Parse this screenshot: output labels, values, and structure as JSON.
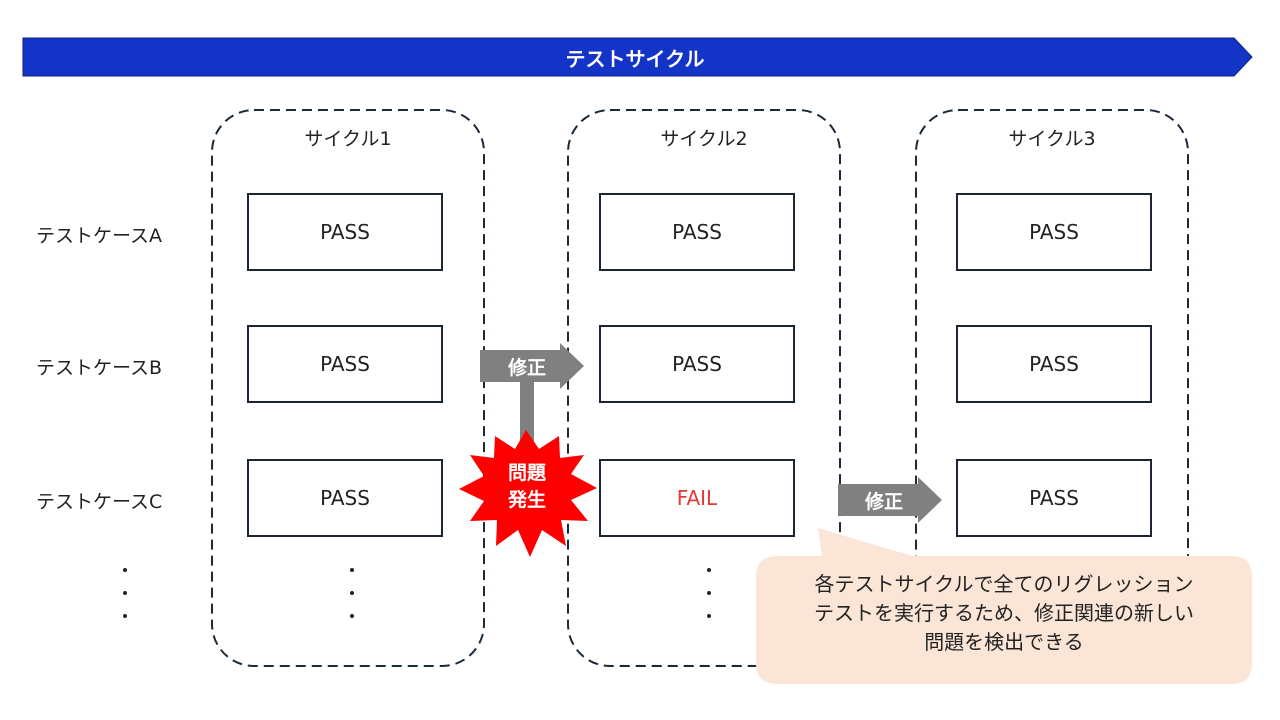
{
  "banner": {
    "title": "テストサイクル"
  },
  "cycles": [
    {
      "label": "サイクル1",
      "results": [
        "PASS",
        "PASS",
        "PASS"
      ]
    },
    {
      "label": "サイクル2",
      "results": [
        "PASS",
        "PASS",
        "FAIL"
      ]
    },
    {
      "label": "サイクル3",
      "results": [
        "PASS",
        "PASS",
        "PASS"
      ]
    }
  ],
  "rows": [
    "テストケースA",
    "テストケースB",
    "テストケースC"
  ],
  "arrows": {
    "fix_label_1": "修正",
    "fix_label_2": "修正"
  },
  "burst": {
    "line1": "問題",
    "line2": "発生"
  },
  "callout": {
    "line1": "各テストサイクルで全てのリグレッション",
    "line2": "テストを実行するため、修正関連の新しい",
    "line3": "問題を検出できる"
  },
  "colors": {
    "banner": "#1434c8",
    "arrow": "#808080",
    "burst": "#ff0000",
    "fail_text": "#e53935",
    "callout_fill": "#fbe5d6",
    "box_border": "#1b2533"
  }
}
